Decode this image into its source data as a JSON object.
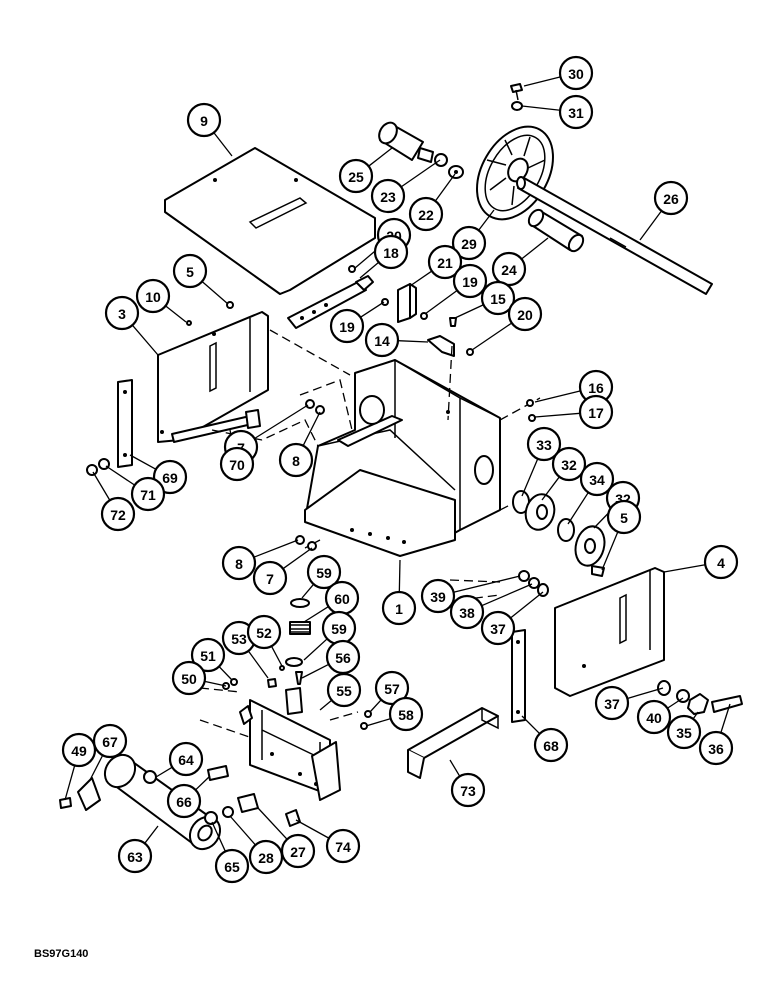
{
  "figure_code": "BS97G140",
  "callouts": [
    {
      "label": "30"
    },
    {
      "label": "31"
    },
    {
      "label": "9"
    },
    {
      "label": "25"
    },
    {
      "label": "23"
    },
    {
      "label": "22"
    },
    {
      "label": "26"
    },
    {
      "label": "29"
    },
    {
      "label": "24"
    },
    {
      "label": "20"
    },
    {
      "label": "18"
    },
    {
      "label": "21"
    },
    {
      "label": "5"
    },
    {
      "label": "10"
    },
    {
      "label": "19"
    },
    {
      "label": "15"
    },
    {
      "label": "3"
    },
    {
      "label": "19"
    },
    {
      "label": "20"
    },
    {
      "label": "14"
    },
    {
      "label": "16"
    },
    {
      "label": "17"
    },
    {
      "label": "7"
    },
    {
      "label": "8"
    },
    {
      "label": "70"
    },
    {
      "label": "69"
    },
    {
      "label": "71"
    },
    {
      "label": "72"
    },
    {
      "label": "33"
    },
    {
      "label": "32"
    },
    {
      "label": "34"
    },
    {
      "label": "32"
    },
    {
      "label": "5"
    },
    {
      "label": "8"
    },
    {
      "label": "7"
    },
    {
      "label": "1"
    },
    {
      "label": "4"
    },
    {
      "label": "59"
    },
    {
      "label": "39"
    },
    {
      "label": "38"
    },
    {
      "label": "37"
    },
    {
      "label": "60"
    },
    {
      "label": "59"
    },
    {
      "label": "53"
    },
    {
      "label": "52"
    },
    {
      "label": "51"
    },
    {
      "label": "56"
    },
    {
      "label": "50"
    },
    {
      "label": "55"
    },
    {
      "label": "57"
    },
    {
      "label": "58"
    },
    {
      "label": "37"
    },
    {
      "label": "40"
    },
    {
      "label": "35"
    },
    {
      "label": "36"
    },
    {
      "label": "68"
    },
    {
      "label": "49"
    },
    {
      "label": "67"
    },
    {
      "label": "64"
    },
    {
      "label": "66"
    },
    {
      "label": "73"
    },
    {
      "label": "63"
    },
    {
      "label": "65"
    },
    {
      "label": "28"
    },
    {
      "label": "27"
    },
    {
      "label": "74"
    }
  ]
}
